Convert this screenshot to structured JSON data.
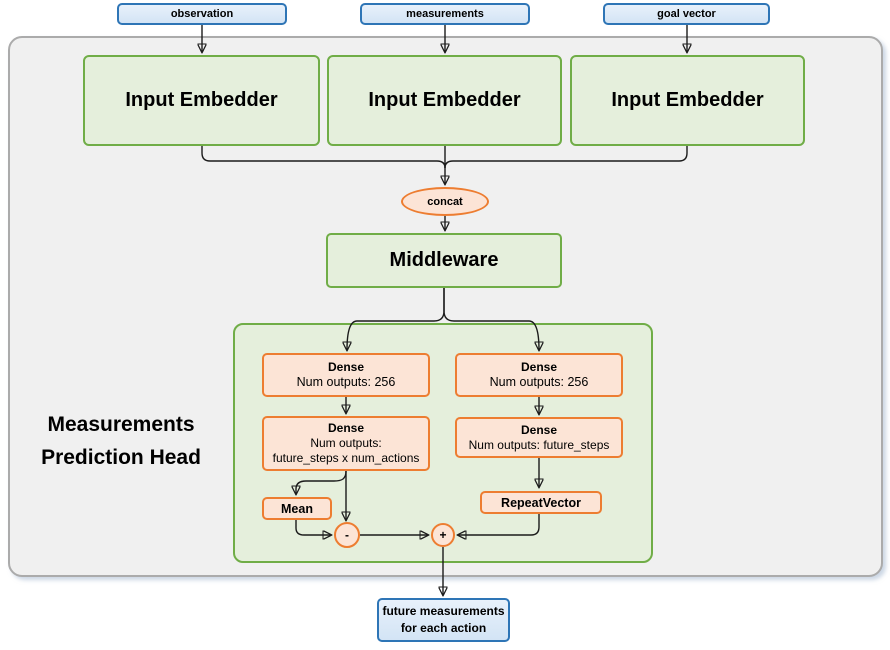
{
  "inputs": [
    {
      "label": "observation"
    },
    {
      "label": "measurements"
    },
    {
      "label": "goal vector"
    }
  ],
  "embedders": [
    {
      "label": "Input Embedder"
    },
    {
      "label": "Input Embedder"
    },
    {
      "label": "Input Embedder"
    }
  ],
  "concat": {
    "label": "concat"
  },
  "middleware": {
    "label": "Middleware"
  },
  "head": {
    "title": {
      "line1": "Measurements",
      "line2": "Prediction Head"
    },
    "dense_left_1": {
      "name": "Dense",
      "detail": "Num outputs: 256"
    },
    "dense_right_1": {
      "name": "Dense",
      "detail": "Num outputs: 256"
    },
    "dense_left_2": {
      "name": "Dense",
      "detail_line1": "Num outputs:",
      "detail_line2": "future_steps x num_actions"
    },
    "dense_right_2": {
      "name": "Dense",
      "detail": "Num outputs: future_steps"
    },
    "mean": {
      "label": "Mean"
    },
    "repeat_vector": {
      "label": "RepeatVector"
    },
    "subtract": {
      "label": "-"
    },
    "add": {
      "label": "+"
    }
  },
  "output": {
    "line1": "future measurements",
    "line2": "for each action"
  },
  "colors": {
    "blue_border": "#2e75b6",
    "blue_fill": "#dbe9f7",
    "green_border": "#70ad47",
    "green_fill": "#e5efdc",
    "orange_border": "#ed7d31",
    "orange_fill": "#fce4d6",
    "panel_fill": "#f0f0f0",
    "panel_border": "#ababab",
    "wire": "#1b1b1b"
  }
}
